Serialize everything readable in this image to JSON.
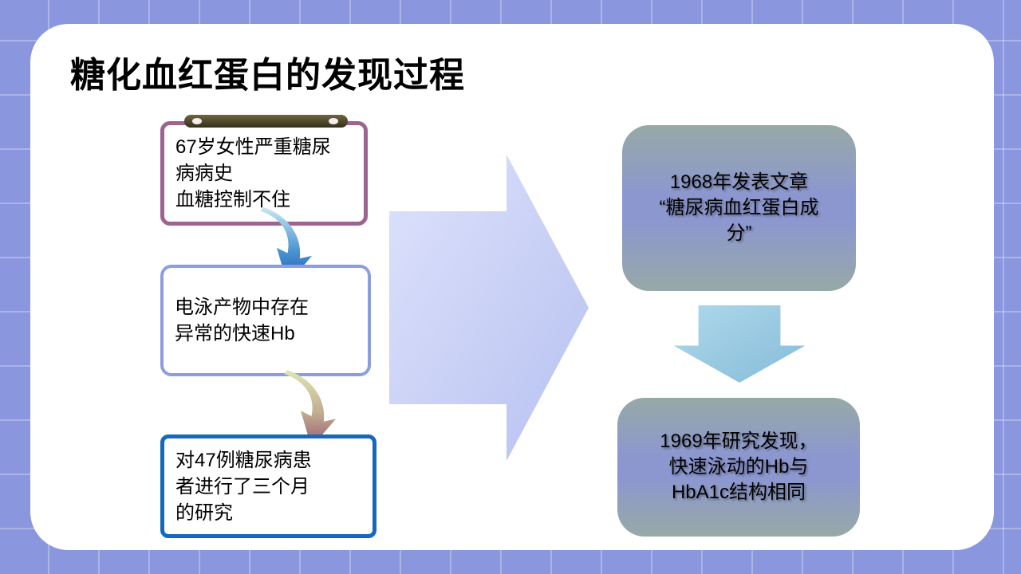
{
  "slide": {
    "title": "糖化血红蛋白的发现过程"
  },
  "left_flow": {
    "box1": {
      "lines": [
        "67岁女性严重糖尿",
        "病病史",
        "血糖控制不住"
      ]
    },
    "box2": {
      "lines": [
        "电泳产物中存在",
        "异常的快速Hb"
      ]
    },
    "box3": {
      "lines": [
        "对47例糖尿病患",
        "者进行了三个月",
        "的研究"
      ]
    }
  },
  "right_flow": {
    "box1": {
      "lines": [
        "1968年发表文章",
        "“糖尿病血红蛋白成",
        "分”"
      ]
    },
    "box2": {
      "lines": [
        "1969年研究发现，",
        "快速泳动的Hb与",
        "HbA1c结构相同"
      ]
    }
  },
  "icons": {
    "curved_arrow_1": "curved-arrow-down",
    "curved_arrow_2": "curved-arrow-down",
    "big_arrow": "right-block-arrow",
    "down_arrow": "down-block-arrow",
    "clip_bar": "clip-bar-with-pins"
  },
  "colors": {
    "background": "#8A97DF",
    "grid_line": "#A9B3EA",
    "card": "#FFFFFF",
    "title_text": "#000000",
    "box1_border": "#9E6390",
    "box2_border": "#8C9EE0",
    "box3_border": "#1568BE",
    "clip_bar": "#4F4A2A",
    "right_box_edge": "#97A9A6",
    "right_box_center": "#8C97CF",
    "big_arrow_light": "#DDE2FB",
    "big_arrow_dark": "#B7C1F1",
    "down_arrow_light": "#AFD9EC",
    "down_arrow_dark": "#85BBD8",
    "swoosh1_start": "#C9E9F1",
    "swoosh1_end": "#1559AE",
    "swoosh2_start": "#DFE7B4",
    "swoosh2_end": "#9B5670"
  }
}
